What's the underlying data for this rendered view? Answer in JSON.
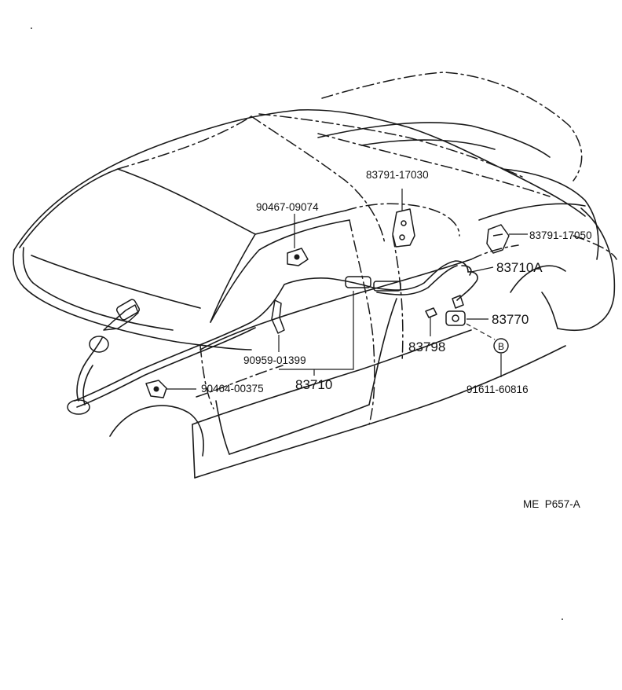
{
  "diagram": {
    "parts": [
      {
        "id": "p83791_17030",
        "number": "83791-17030"
      },
      {
        "id": "p90467_09074",
        "number": "90467-09074"
      },
      {
        "id": "p83791_17050",
        "number": "83791-17050"
      },
      {
        "id": "p83710A",
        "number": "83710A"
      },
      {
        "id": "p83770",
        "number": "83770"
      },
      {
        "id": "p83798",
        "number": "83798"
      },
      {
        "id": "p90959_01399",
        "number": "90959-01399"
      },
      {
        "id": "p83710",
        "number": "83710"
      },
      {
        "id": "p90464_00375",
        "number": "90464-00375"
      },
      {
        "id": "p91611_60816",
        "number": "91611-60816"
      }
    ],
    "callout_letter": "B",
    "reference_code": "ME  P657-A"
  }
}
